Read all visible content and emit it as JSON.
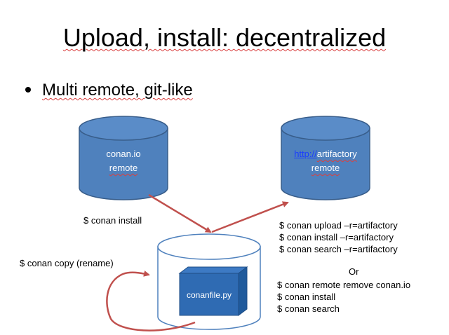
{
  "slide": {
    "title": "Upload, install: decentralized",
    "bullet": "Multi remote, git-like"
  },
  "left_remote": {
    "line1": "conan.io",
    "line2": "remote"
  },
  "right_remote": {
    "link": "http://",
    "line1_rest": "artifactory",
    "line2": "remote"
  },
  "local_cache": {
    "package_label": "conanfile.py"
  },
  "notes": {
    "install": "$ conan install",
    "copy": "$ conan copy (rename)"
  },
  "commands_artifactory": [
    "$ conan upload –r=artifactory",
    "$ conan install –r=artifactory",
    "$ conan search –r=artifactory"
  ],
  "or_label": "Or",
  "commands_remote": [
    "$ conan remote remove conan.io",
    "$ conan install",
    "$ conan search"
  ],
  "colors": {
    "cylinder_fill": "#4f81bd",
    "cylinder_stroke": "#385d8a",
    "arrow": "#c0504d",
    "cache_stroke": "#4f81bd",
    "cube_fill": "#2f6bb3",
    "link": "#1a3cff"
  }
}
